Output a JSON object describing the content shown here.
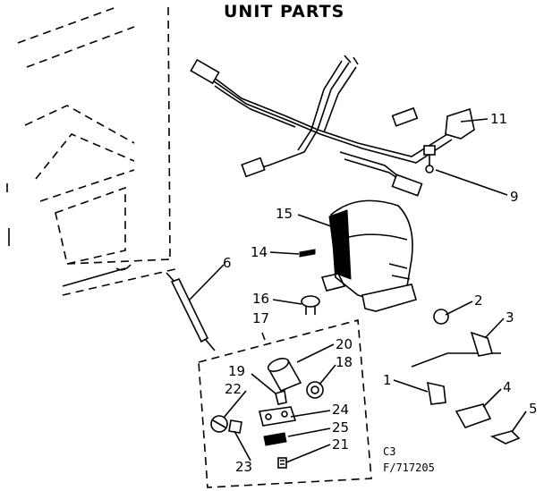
{
  "title": "UNIT PARTS",
  "callouts": {
    "p1": "1",
    "p2": "2",
    "p3": "3",
    "p4": "4",
    "p5": "5",
    "p6": "6",
    "p9": "9",
    "p11": "11",
    "p14": "14",
    "p15": "15",
    "p16": "16",
    "p17": "17",
    "p18": "18",
    "p19": "19",
    "p20": "20",
    "p21": "21",
    "p22": "22",
    "p23": "23",
    "p24": "24",
    "p25": "25"
  },
  "figure_code": "C3",
  "figure_number": "F/717205"
}
